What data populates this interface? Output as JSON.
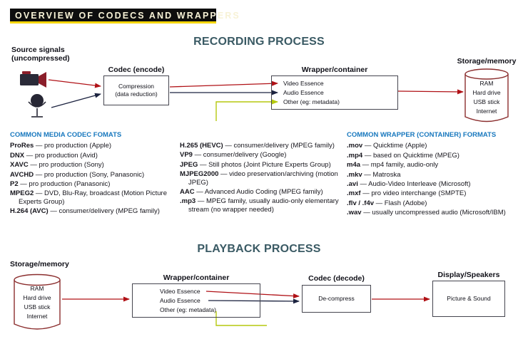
{
  "title": "OVERVIEW OF CODECS AND WRAPPERS",
  "colors": {
    "accent_yellow": "#f5d60a",
    "process_heading": "#3a5a64",
    "format_heading_blue": "#1878be",
    "arrow_red": "#b01116",
    "arrow_dark": "#1c2340",
    "arrow_green": "#b5c90f",
    "cylinder_outline": "#8b2e2e"
  },
  "icons": {
    "source_camera": "video-camera",
    "source_microphone": "microphone",
    "storage": "cylinder"
  },
  "recording": {
    "heading": "RECORDING PROCESS",
    "source_label": "Source signals (uncompressed)",
    "codec_label": "Codec (encode)",
    "codec_box_line1": "Compression",
    "codec_box_line2": "(data reduction)",
    "wrapper_label": "Wrapper/container",
    "wrapper_items": [
      "Video Essence",
      "Audio Essence",
      "Other (eg: metadata)"
    ],
    "storage_label": "Storage/memory",
    "storage_items": [
      "RAM",
      "Hard drive",
      "USB stick",
      "Internet"
    ]
  },
  "codec_formats": {
    "heading": "COMMON MEDIA CODEC FOMATS",
    "column1": [
      {
        "term": "ProRes",
        "desc": "— pro production (Apple)"
      },
      {
        "term": "DNX",
        "desc": "— pro production (Avid)"
      },
      {
        "term": "XAVC",
        "desc": "— pro production (Sony)"
      },
      {
        "term": "AVCHD",
        "desc": "— pro production (Sony, Panasonic)"
      },
      {
        "term": "P2",
        "desc": "— pro production (Panasonic)"
      },
      {
        "term": "MPEG2",
        "desc": "— DVD, Blu-Ray, broadcast (Motion Picture Experts Group)"
      },
      {
        "term": "H.264 (AVC)",
        "desc": "— consumer/delivery (MPEG family)"
      }
    ],
    "column2": [
      {
        "term": "H.265 (HEVC)",
        "desc": "— consumer/delivery (MPEG family)"
      },
      {
        "term": "VP9",
        "desc": "— consumer/delivery (Google)"
      },
      {
        "term": "JPEG",
        "desc": "— Still photos (Joint Picture Experts Group)"
      },
      {
        "term": "MJPEG2000",
        "desc": "— video preservation/archiving (motion JPEG)"
      },
      {
        "term": "AAC",
        "desc": "— Advanced Audio Coding (MPEG family)"
      },
      {
        "term": ".mp3",
        "desc": "— MPEG family, usually audio-only elementary stream (no wrapper needed)"
      }
    ]
  },
  "wrapper_formats": {
    "heading": "COMMON WRAPPER (CONTAINER) FORMATS",
    "items": [
      {
        "term": ".mov",
        "desc": "— Quicktime (Apple)"
      },
      {
        "term": ".mp4",
        "desc": "— based on Quicktime (MPEG)"
      },
      {
        "term": "m4a",
        "desc": "— mp4 family, audio-only"
      },
      {
        "term": ".mkv",
        "desc": "— Matroska"
      },
      {
        "term": ".avi",
        "desc": "— Audio-Video Interleave (Microsoft)"
      },
      {
        "term": ".mxf",
        "desc": "— pro video interchange (SMPTE)"
      },
      {
        "term": ".flv / .f4v",
        "desc": "— Flash (Adobe)"
      },
      {
        "term": ".wav",
        "desc": "— usually uncompressed audio (Microsoft/IBM)"
      }
    ]
  },
  "playback": {
    "heading": "PLAYBACK PROCESS",
    "storage_label": "Storage/memory",
    "storage_items": [
      "RAM",
      "Hard drive",
      "USB stick",
      "Internet"
    ],
    "wrapper_label": "Wrapper/container",
    "wrapper_items": [
      "Video Essence",
      "Audio Essence",
      "Other (eg: metadata)"
    ],
    "codec_label": "Codec (decode)",
    "codec_box": "De-compress",
    "display_label": "Display/Speakers",
    "display_box": "Picture & Sound"
  }
}
